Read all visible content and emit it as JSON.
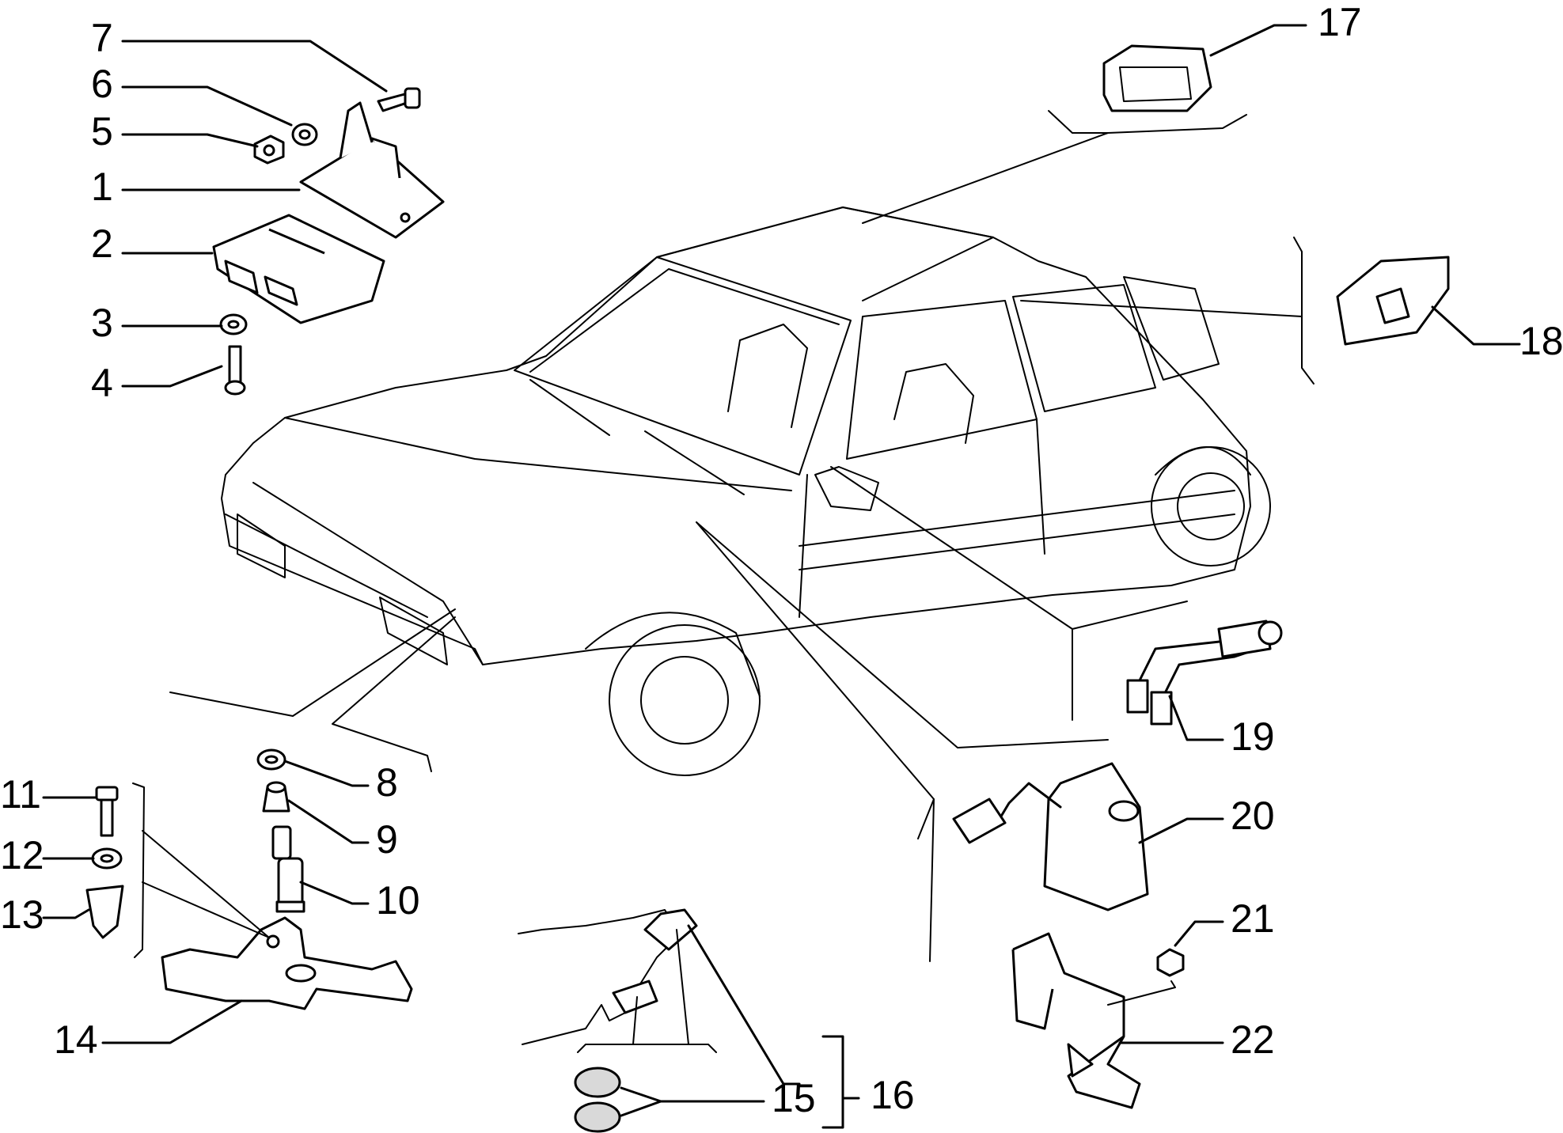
{
  "callouts": {
    "n1": "1",
    "n2": "2",
    "n3": "3",
    "n4": "4",
    "n5": "5",
    "n6": "6",
    "n7": "7",
    "n8": "8",
    "n9": "9",
    "n10": "10",
    "n11": "11",
    "n12": "12",
    "n13": "13",
    "n14": "14",
    "n15": "15",
    "n16": "16",
    "n17": "17",
    "n18": "18",
    "n19": "19",
    "n20": "20",
    "n21": "21",
    "n22": "22"
  },
  "icons": {
    "vehicle": "car-outline-icon",
    "hand": "hand-remote-icon"
  }
}
